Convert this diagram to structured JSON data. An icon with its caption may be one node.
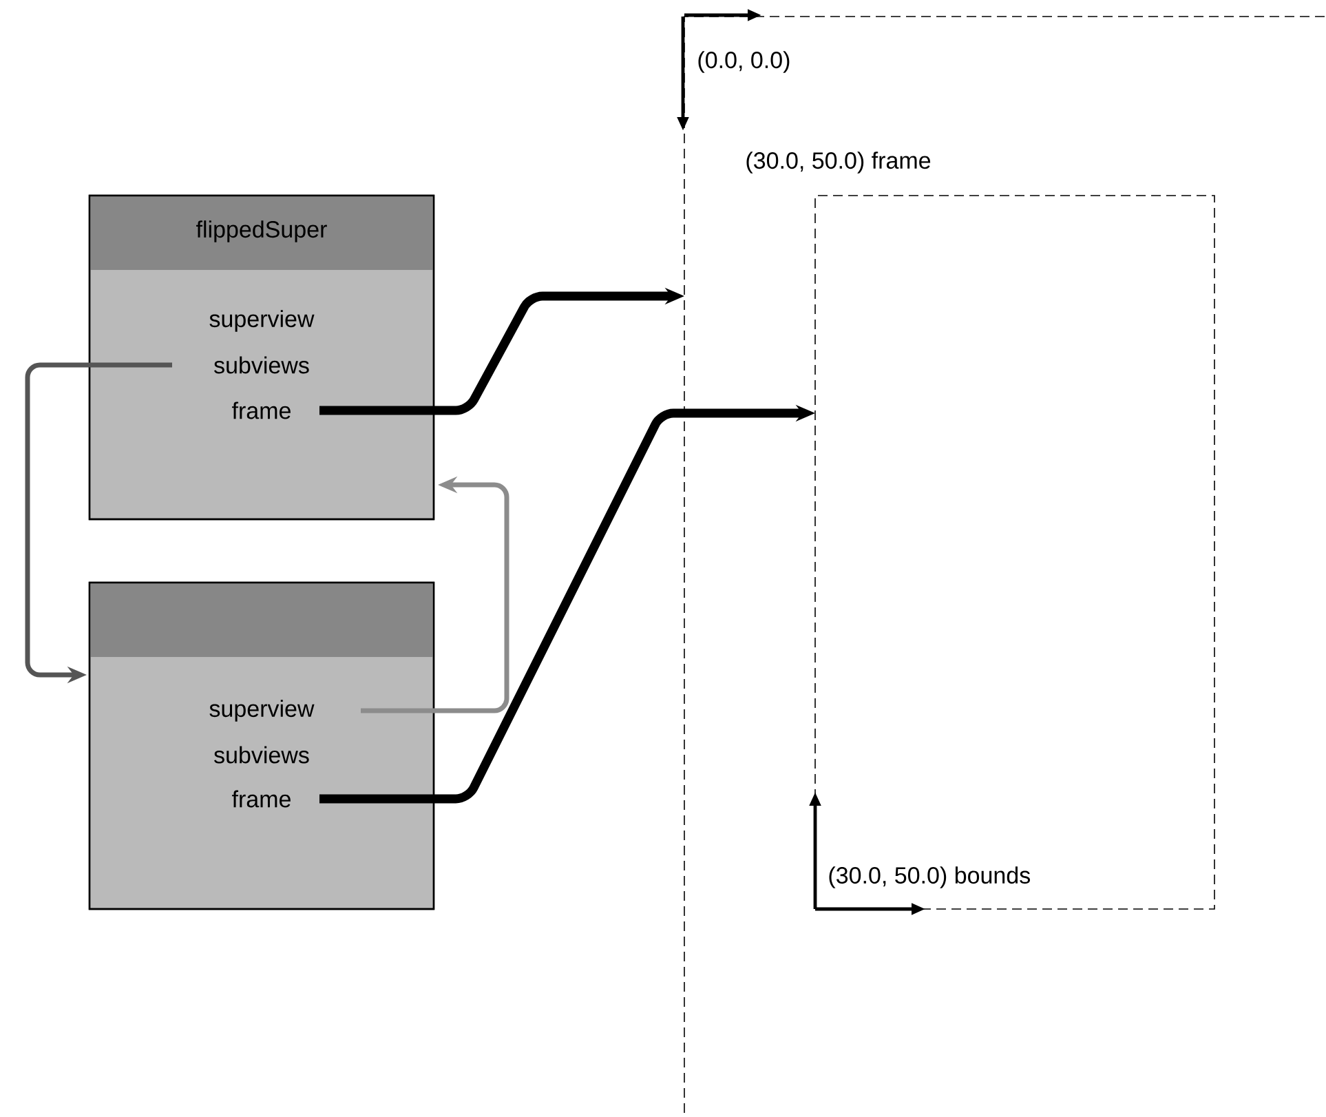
{
  "diagram": {
    "nodes": [
      {
        "text": [
          "flippedSuper",
          "superview",
          "subviews",
          "frame"
        ]
      },
      {
        "text": [
          "superview",
          "subviews",
          "frame"
        ]
      },
      {
        "text": [
          "(0.0, 0.0)"
        ]
      },
      {
        "text": [
          "(30.0, 50.0) frame",
          "(30.0, 50.0) bounds"
        ],
        "in": 2
      }
    ],
    "edges": [
      {
        "from": 0,
        "to": 1,
        "arrow": "to",
        "color": "#555555"
      },
      {
        "from": 1,
        "to": 0,
        "arrow": "to",
        "color": "#8c8c8c"
      },
      {
        "from": 0,
        "to": 2,
        "arrow": "to",
        "style": "thick"
      },
      {
        "from": 1,
        "to": 3,
        "arrow": "to",
        "style": "thick"
      }
    ]
  }
}
